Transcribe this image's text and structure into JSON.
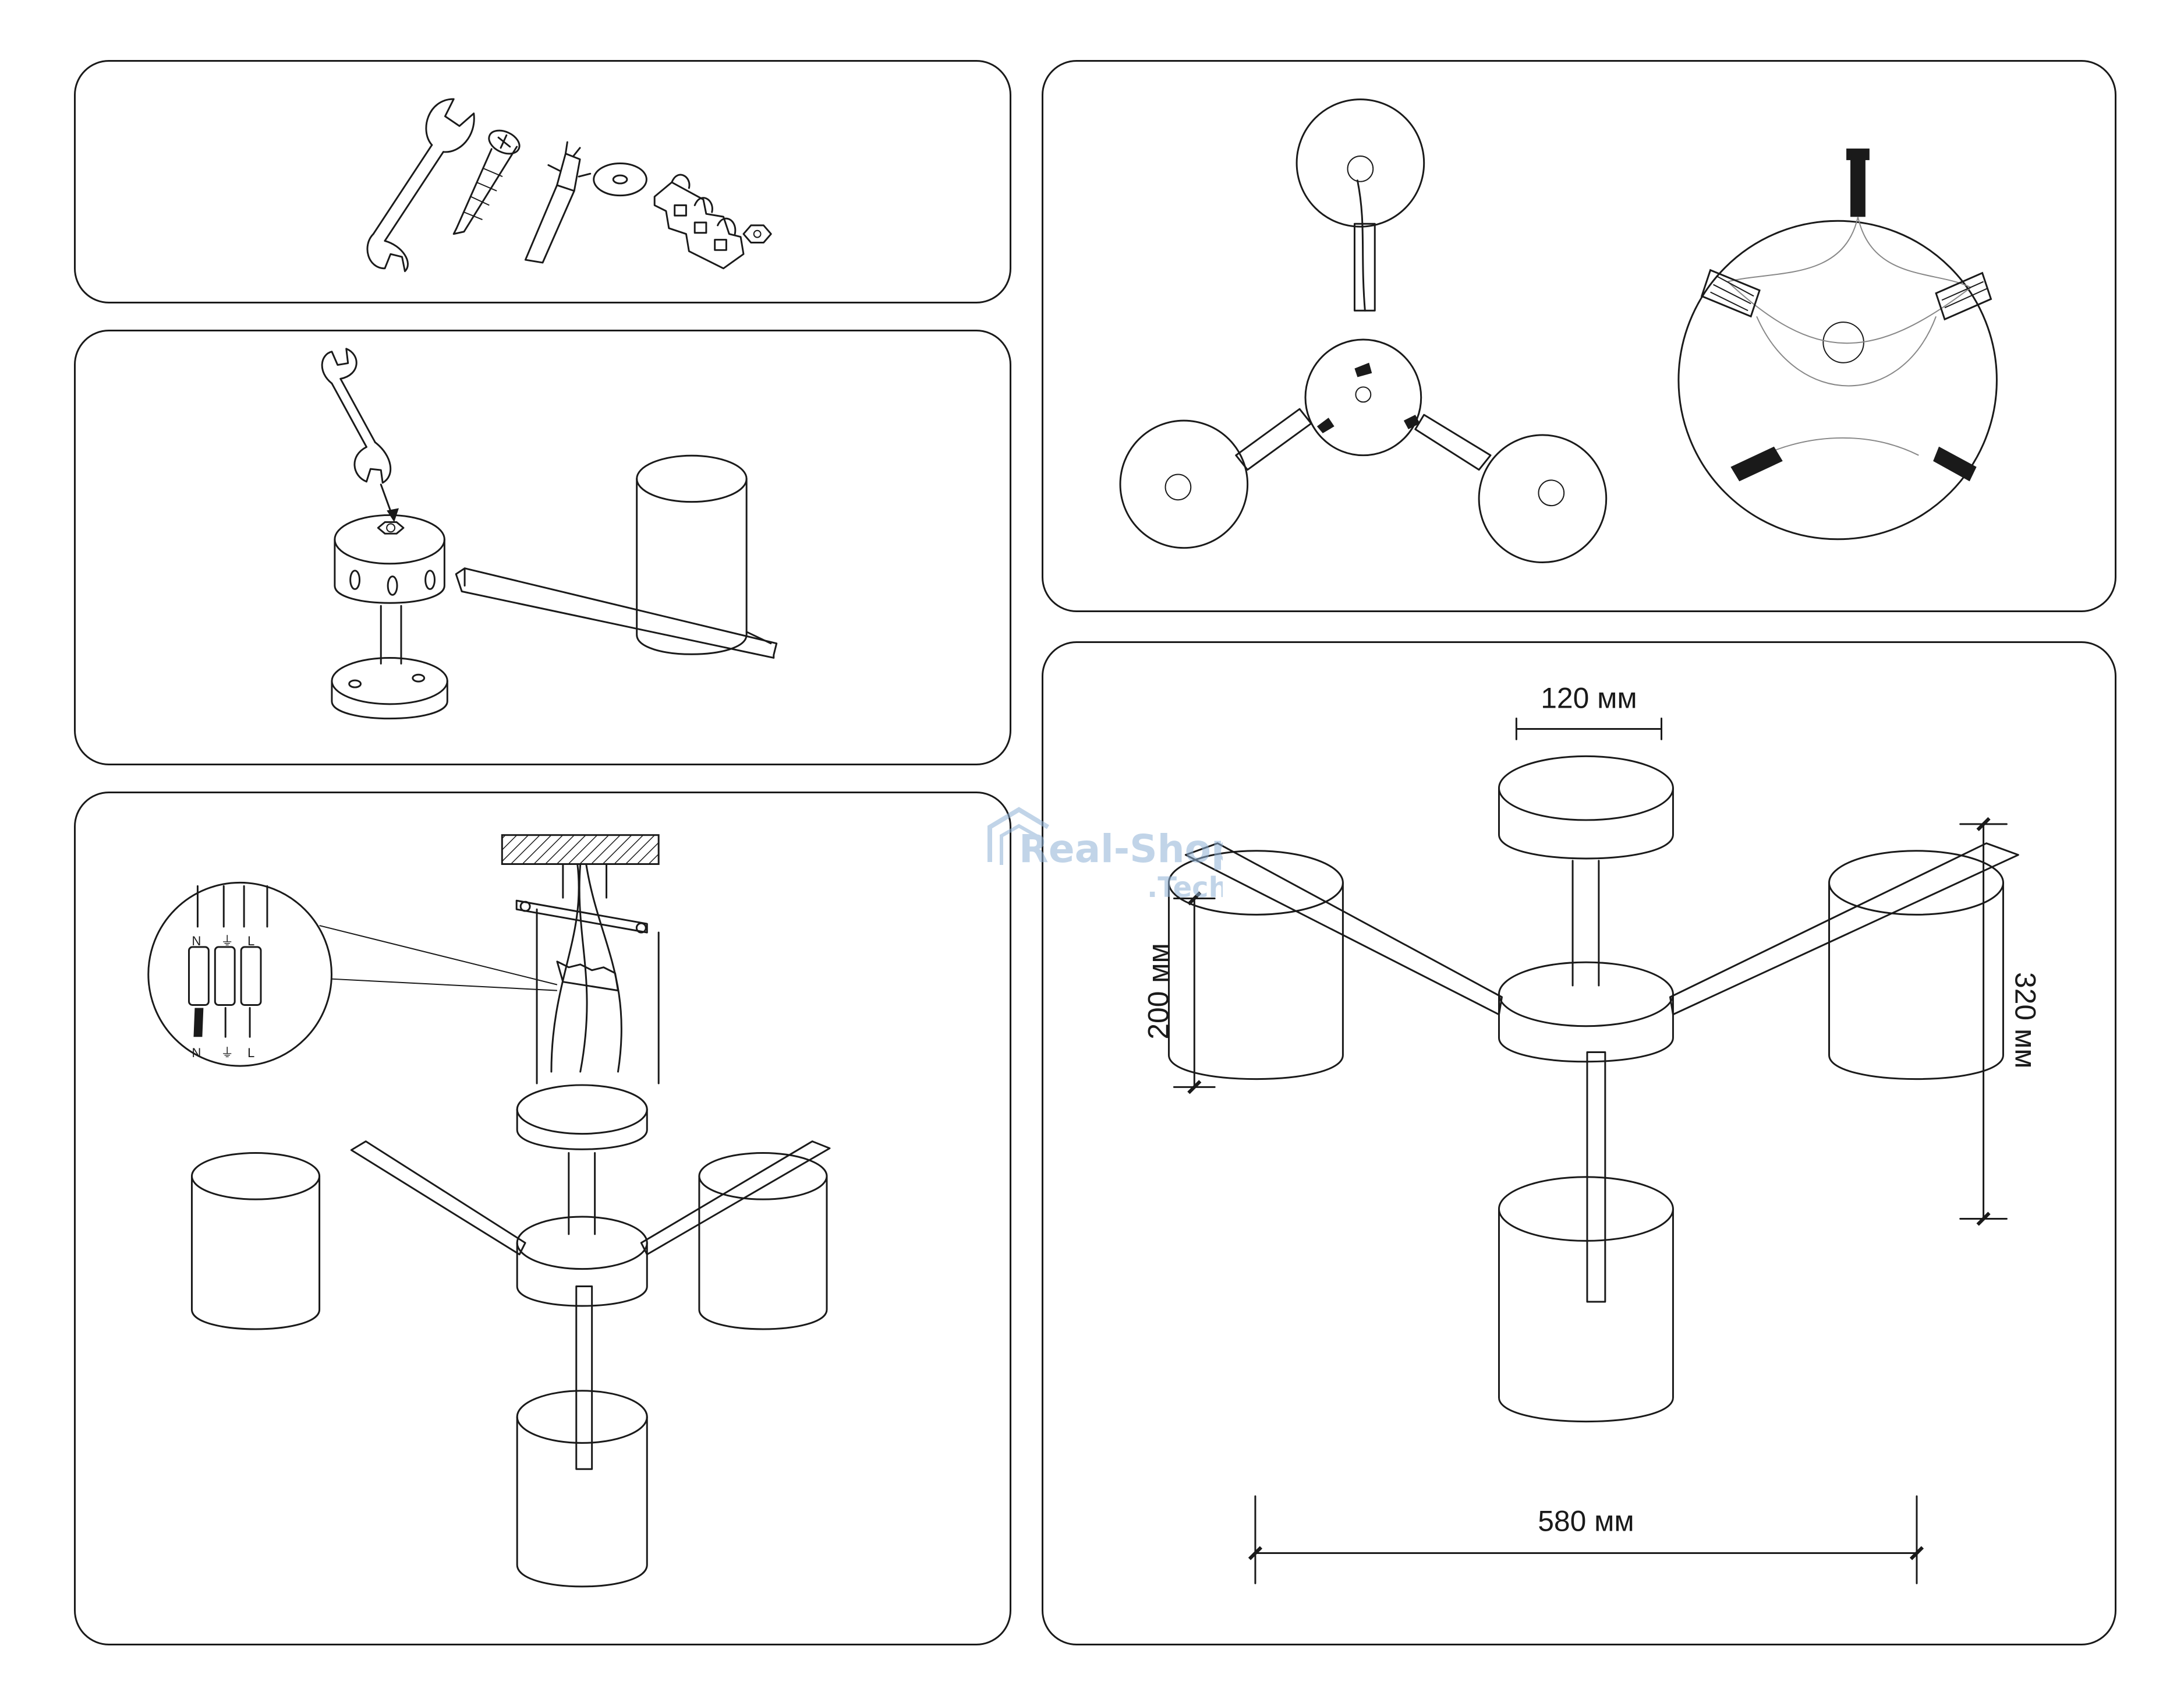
{
  "watermark": {
    "brand": "Real-Shop",
    "suffix": ".Tech"
  },
  "wiring": {
    "terminal_top": [
      "N",
      "⏚",
      "L"
    ],
    "terminal_bottom": [
      "N",
      "⏚",
      "L"
    ]
  },
  "dimensions": {
    "canopy_diameter": "120 мм",
    "shade_height": "200 мм",
    "total_height": "320 мм",
    "total_width": "580 мм"
  },
  "colors": {
    "line": "#1a1a1a",
    "watermark": "#8fb2d6"
  }
}
